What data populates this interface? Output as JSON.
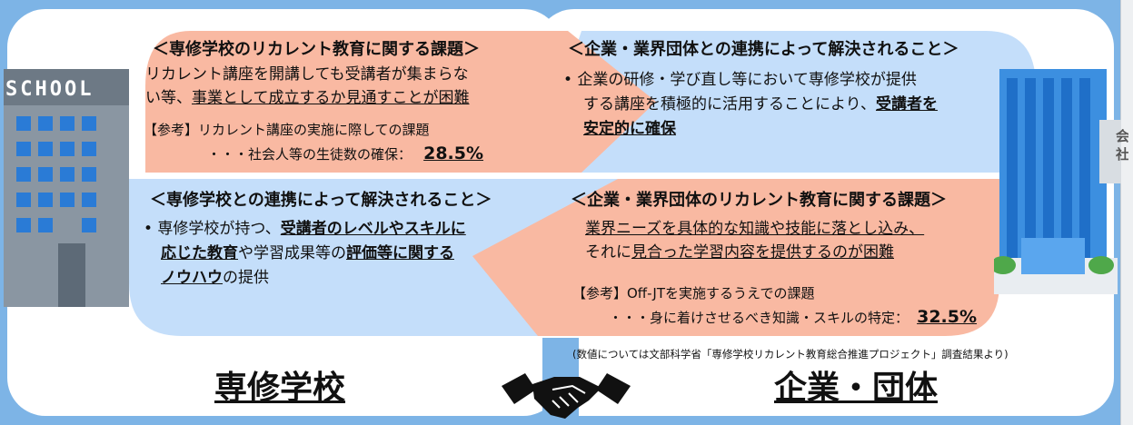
{
  "colors": {
    "background": "#7db4e6",
    "salmon": "#f9b9a2",
    "lightblue": "#c4defa",
    "building_gray": "#7d8995",
    "building_blue": "#3c8fe0",
    "window_blue": "#2a7bd6"
  },
  "icons": {
    "school": "school-building-icon",
    "company": "office-building-icon",
    "handshake": "handshake-icon"
  },
  "q1": {
    "title": "＜専修学校のリカレント教育に関する課題＞",
    "line1": "リカレント講座を開講しても受講者が集まらな",
    "line2_a": "い等、",
    "line2_b": "事業として成立するか見通すことが困難",
    "ref": "【参考】リカレント講座の実施に際しての課題",
    "ref_item": "・・・社会人等の生徒数の確保：",
    "ref_value": "28.5%"
  },
  "q2": {
    "title": "＜企業・業界団体との連携によって解決されること＞",
    "line1": "• 企業の研修・学び直し等において専修学校が提供",
    "line2_a": "する講座を積極的に活用することにより、",
    "line2_b": "受講者を",
    "line3": "安定的に確保"
  },
  "q3": {
    "title": "＜専修学校との連携によって解決されること＞",
    "line1_a": "• 専修学校が持つ、",
    "line1_b": "受講者のレベルやスキルに",
    "line2_a": "応じた教育",
    "line2_b": "や学習成果等の",
    "line2_c": "評価等に関する",
    "line3_a": "ノウハウ",
    "line3_b": "の提供"
  },
  "q4": {
    "title": "＜企業・業界団体のリカレント教育に関する課題＞",
    "line1": "業界ニーズを具体的な知識や技能に落とし込み、",
    "line2_a": "それに",
    "line2_b": "見合った学習内容を提供するのが困難",
    "ref": "【参考】Off-JTを実施するうえでの課題",
    "ref_item": "・・・身に着けさせるべき知識・スキルの特定：",
    "ref_value": "32.5%"
  },
  "school_sign": "SCHOOL",
  "company_sign": "会社",
  "label_left": "専修学校",
  "label_right": "企業・団体",
  "note": "(数値については文部科学省「専修学校リカレント教育総合推進プロジェクト」調査結果より)"
}
